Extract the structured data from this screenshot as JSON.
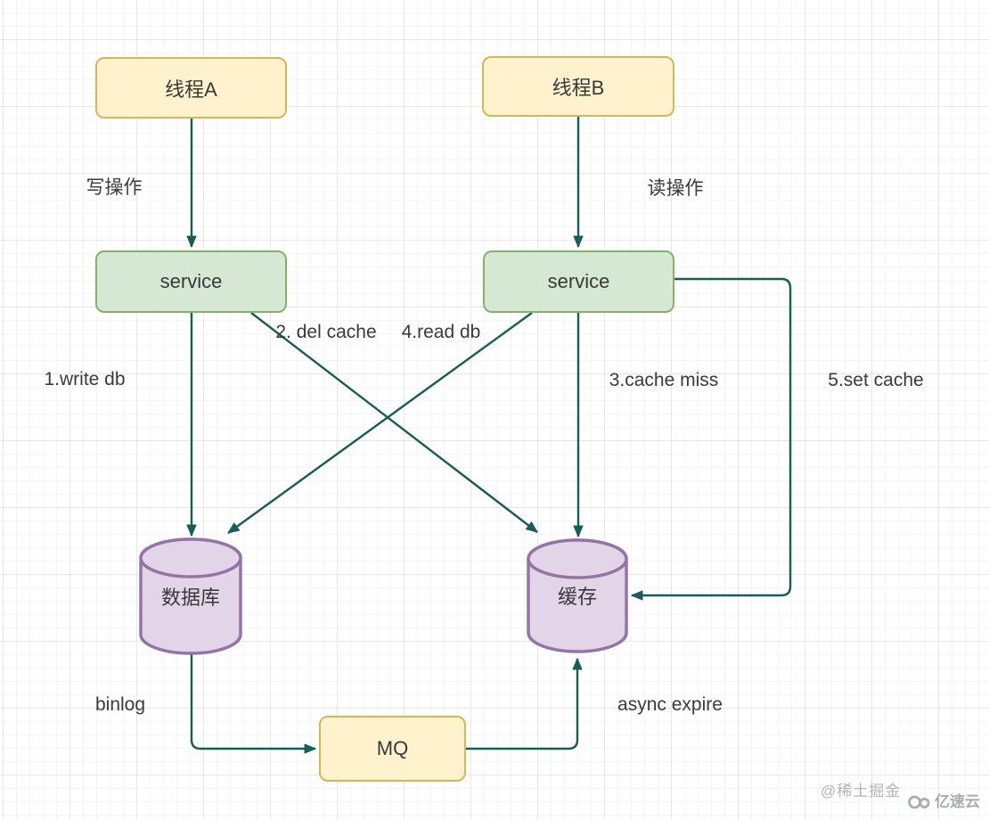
{
  "diagram": {
    "nodes": {
      "thread_a": {
        "label": "线程A"
      },
      "thread_b": {
        "label": "线程B"
      },
      "service_left": {
        "label": "service"
      },
      "service_right": {
        "label": "service"
      },
      "database": {
        "label": "数据库"
      },
      "cache": {
        "label": "缓存"
      },
      "mq": {
        "label": "MQ"
      }
    },
    "edge_labels": {
      "write_op": "写操作",
      "read_op": "读操作",
      "write_db": "1.write db",
      "del_cache": "2. del cache",
      "read_db": "4.read db",
      "cache_miss": "3.cache miss",
      "set_cache": "5.set cache",
      "binlog": "binlog",
      "async_expire": "async expire"
    },
    "watermark": {
      "juejin": "@稀土掘金",
      "yisu": "亿速云"
    },
    "colors": {
      "node_yellow_fill": "#fff2cc",
      "node_yellow_stroke": "#d6b656",
      "node_green_fill": "#d5e8d4",
      "node_green_stroke": "#82b366",
      "cylinder_fill": "#e1d5e7",
      "cylinder_stroke": "#9673a6",
      "connector": "#175d58",
      "label_text": "#3a3a3a",
      "watermark_text": "#b3b3b3"
    }
  }
}
